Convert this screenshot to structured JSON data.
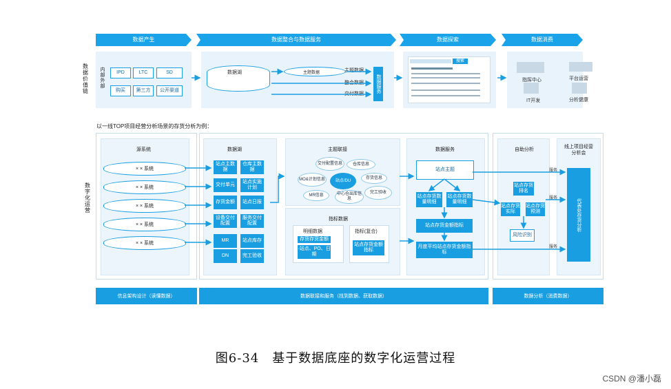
{
  "header_chevrons": [
    "数据产生",
    "数据整合与数据服务",
    "数据探索",
    "数据消费"
  ],
  "row1_label": "数据价值链",
  "internal_external_label": "内部外部",
  "sources": [
    "IPD",
    "LTC",
    "SD",
    "购买",
    "第三方",
    "公开渠道"
  ],
  "lake_label": "数据湖",
  "theme_label": "主题数据",
  "data_outputs": [
    "主题数据",
    "整合数据",
    "交付数据"
  ],
  "data_service_label": "数据服务",
  "explore_search": "搜索",
  "consume": [
    "指挥中心",
    "平台运营",
    "IT开发",
    "分析健康"
  ],
  "section_title": "以一线TOP项目经营分析场景的存货分析为例：",
  "row2_label": "数字化运营",
  "source_system_title": "源系统",
  "source_systems": [
    "× × 系统",
    "× × 系统",
    "× × 系统",
    "× × 系统",
    "× × 系统"
  ],
  "lake_title": "数据湖",
  "lake_items": [
    "站点主数据",
    "仓库主数据",
    "交付单元",
    "站点实施计划",
    "存货金额",
    "站点日报",
    "设备交付配置",
    "服务交付配置",
    "MR",
    "站点库存",
    "DN",
    "完工验收"
  ],
  "theme_title": "主题联接",
  "theme_center": "站点/DU",
  "theme_items": [
    "交付配置信息",
    "仓库信息",
    "MO&计划信息",
    "存货信息",
    "MR信息",
    "中心仓出库信息",
    "完工验收"
  ],
  "metric_title": "指标数据",
  "metric_left_title": "明细数据",
  "metric_left_items": [
    "存货存货金额",
    "·站点、PO、日期"
  ],
  "metric_right_title": "指标(复合)",
  "metric_right_item": "站点存货金额指标",
  "service_title": "数据服务",
  "service_items": [
    "站点主题",
    "站点存货数量明细",
    "站点存货数量明细",
    "站点存货金额指标",
    "月度平均站点存货金额指标"
  ],
  "self_title": "自助分析",
  "self_items": [
    "站点存货排名",
    "站点存货实际",
    "站点存货预测",
    "风险识别"
  ],
  "online_title": "线上项目经营分析会",
  "online_box": "代表处存货分析",
  "service_word": "服务",
  "bottom_bars": [
    "信息架构设计（读懂数据）",
    "数据联接和服务（找到数据、获取数据）",
    "数据分析（消费数据）"
  ],
  "caption": "图6-34　基于数据底座的数字化运营过程",
  "watermark": "CSDN @潘小磊"
}
